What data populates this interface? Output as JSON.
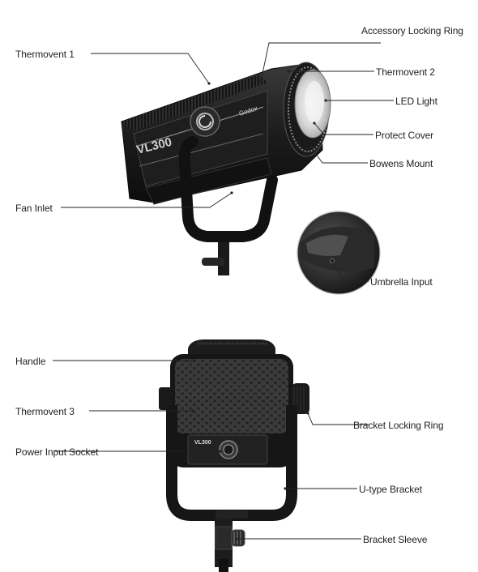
{
  "labels": {
    "thermovent1": "Thermovent 1",
    "accessory_line1": "Accessory",
    "accessory_line2": "Locking Ring",
    "thermovent2": "Thermovent 2",
    "led_light": "LED Light",
    "protect_cover": "Protect Cover",
    "bowens_mount": "Bowens Mount",
    "fan_inlet": "Fan Inlet",
    "umbrella_input": "Umbrella Input",
    "handle": "Handle",
    "thermovent3": "Thermovent 3",
    "bracket_locking_line1": "Bracket",
    "bracket_locking_line2": "Locking Ring",
    "power_input_line1": "Power Input",
    "power_input_line2": "Socket",
    "u_type_bracket": "U-type Bracket",
    "bracket_sleeve": "Bracket Sleeve"
  },
  "product": {
    "model_front": "VL300",
    "model_back": "VL300",
    "brand": "Godox"
  },
  "colors": {
    "body": "#1c1c1c",
    "body_light": "#3a3a3a",
    "led_face": "#d8d8d8",
    "leader_line": "#222222"
  }
}
